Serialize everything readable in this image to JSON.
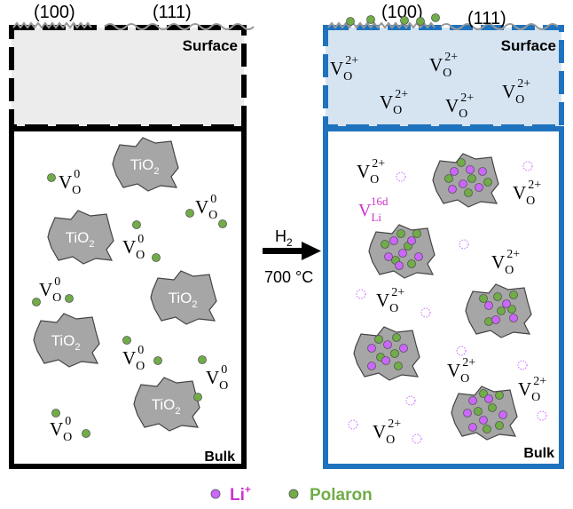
{
  "facets": {
    "left": "(100)",
    "mid": "(111)",
    "right_left": "(100)",
    "right_mid": "(111)"
  },
  "panels": {
    "surface_label": "Surface",
    "bulk_label": "Bulk"
  },
  "oxide": {
    "label": "TiO",
    "sub": "2"
  },
  "vacancy": {
    "main": "V",
    "sub": "O",
    "neutral_sup": "0",
    "charged_sup": "2+"
  },
  "li_vacancy": {
    "main": "V",
    "sub": "Li",
    "sup": "16d"
  },
  "arrow": {
    "gas": "H",
    "gas_sub": "2",
    "temperature": "700 °C"
  },
  "legend": {
    "li": "Li",
    "li_sup": "+",
    "polaron": "Polaron"
  },
  "colors": {
    "black": "#000000",
    "blue": "#1f73be",
    "surface_gray": "#ececec",
    "surface_blue": "#d6e4f2",
    "particle_gray": "#a6a6a6",
    "polaron_green": "#70ad47",
    "li_violet": "#cc66ff",
    "li_text": "#cc33cc"
  }
}
